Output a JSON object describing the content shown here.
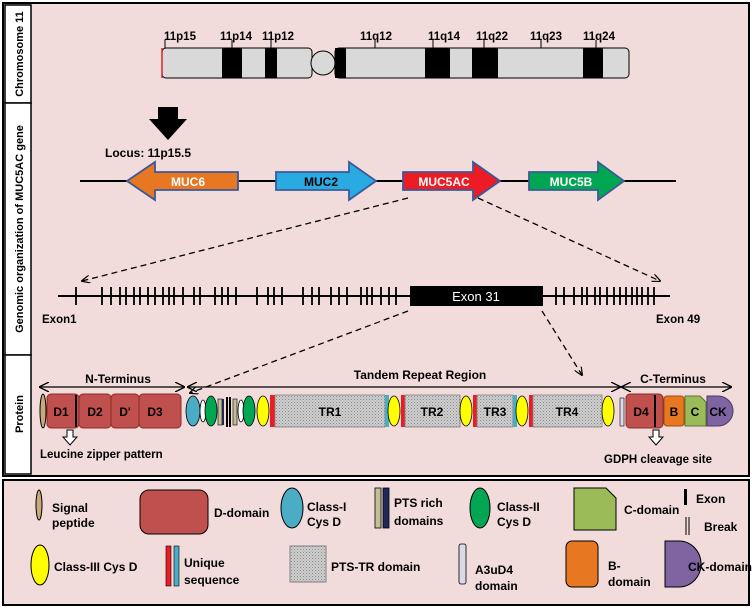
{
  "sections": {
    "chromosome": "Chromosome 11",
    "genomic": "Genomic organization of MUC5AC gene",
    "protein": "Protein"
  },
  "chromosome": {
    "bands": [
      "11p15",
      "11p14",
      "11p12",
      "11q12",
      "11q14",
      "11q22",
      "11q23",
      "11q24"
    ],
    "locus_label": "Locus: 11p15.5"
  },
  "genes": [
    "MUC6",
    "MUC2",
    "MUC5AC",
    "MUC5B"
  ],
  "gene_colors": {
    "MUC6": "#e87722",
    "MUC2": "#29abe2",
    "MUC5AC": "#ed1c24",
    "MUC5B": "#00a651"
  },
  "exons": {
    "first": "Exon1",
    "big": "Exon 31",
    "last": "Exon 49"
  },
  "protein": {
    "regions": [
      "N-Terminus",
      "Tandem Repeat Region",
      "C-Terminus"
    ],
    "d_domains": [
      "D1",
      "D2",
      "D'",
      "D3"
    ],
    "tr_domains": [
      "TR1",
      "TR2",
      "TR3",
      "TR4"
    ],
    "c_domains": [
      "D4",
      "B",
      "C",
      "CK"
    ],
    "leucine_label": "Leucine zipper pattern",
    "gdph_label": "GDPH cleavage site"
  },
  "legend": {
    "signal_peptide": [
      "Signal",
      "peptide"
    ],
    "d_domain": "D-domain",
    "class1": [
      "Class-I",
      "Cys D"
    ],
    "pts_rich": [
      "PTS rich",
      "domains"
    ],
    "class2": [
      "Class-II",
      "Cys D"
    ],
    "c_domain": "C-domain",
    "exon": "Exon",
    "break": "Break",
    "class3": "Class-III Cys D",
    "unique": [
      "Unique",
      "sequence"
    ],
    "pts_tr": "PTS-TR domain",
    "a3ud4": [
      "A3uD4",
      "domain"
    ],
    "b_domain": [
      "B-",
      "domain"
    ],
    "ck_domain": "CK-domain"
  }
}
